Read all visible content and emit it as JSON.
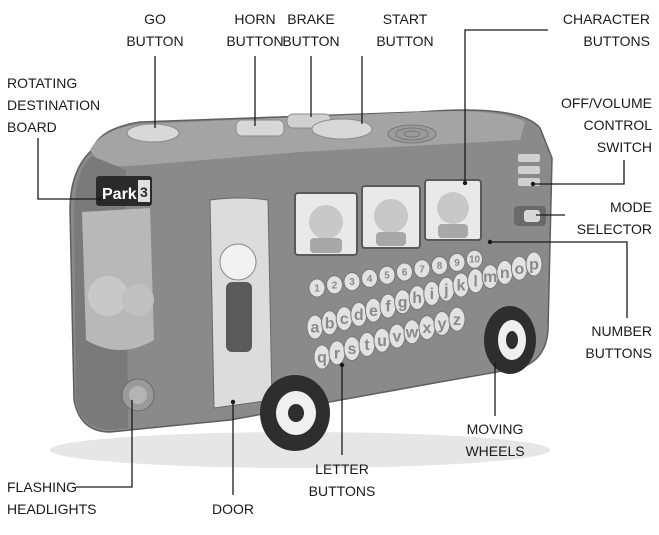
{
  "labels": {
    "go": [
      "GO",
      "BUTTON"
    ],
    "horn": [
      "HORN",
      "BUTTON"
    ],
    "brake": [
      "BRAKE",
      "BUTTON"
    ],
    "start": [
      "START",
      "BUTTON"
    ],
    "character": [
      "CHARACTER",
      "BUTTONS"
    ],
    "destination": [
      "ROTATING",
      "DESTINATION",
      "BOARD"
    ],
    "volume": [
      "OFF/VOLUME",
      "CONTROL",
      "SWITCH"
    ],
    "mode": [
      "MODE",
      "SELECTOR"
    ],
    "number": [
      "NUMBER",
      "BUTTONS"
    ],
    "wheels": [
      "MOVING",
      "WHEELS"
    ],
    "letter": [
      "LETTER",
      "BUTTONS"
    ],
    "headlights": [
      "FLASHING",
      "HEADLIGHTS"
    ],
    "door": [
      "DOOR"
    ]
  },
  "display": {
    "destination_text": "Park",
    "route_number": "3",
    "number_keys": [
      "1",
      "2",
      "3",
      "4",
      "5",
      "6",
      "7",
      "8",
      "9",
      "10"
    ],
    "letter_row_1": [
      "a",
      "b",
      "c",
      "d",
      "e",
      "f",
      "g",
      "h",
      "i",
      "j",
      "k",
      "l",
      "m",
      "n",
      "o",
      "p"
    ],
    "letter_row_2": [
      "q",
      "r",
      "s",
      "t",
      "u",
      "v",
      "w",
      "x",
      "y",
      "z"
    ]
  },
  "colors": {
    "body": "#8a8a8a",
    "body_dark": "#6a6a6a",
    "body_light": "#a4a4a4",
    "window": "#e9e9e9",
    "button_top": "#d8d8d8",
    "wheel": "#2e2e2e",
    "line": "#1a1a1a"
  }
}
